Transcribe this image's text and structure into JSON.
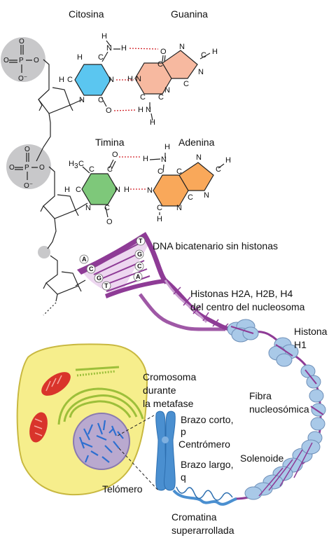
{
  "bases": {
    "cytosine": "Citosina",
    "guanine": "Guanina",
    "thymine": "Timina",
    "adenine": "Adenina"
  },
  "phosphate": {
    "p": "P",
    "o": "O",
    "o_minus": "O⁻"
  },
  "labels": {
    "dna_without_histones": "DNA bicatenario sin histonas",
    "histones_line1": "Histonas H2A, H2B, H4",
    "histones_line2": "del centro del nucleosoma",
    "histone_h1_line1": "Histona",
    "histone_h1_line2": "H1",
    "chromosome_line1": "Cromosoma",
    "chromosome_line2": "durante",
    "chromosome_line3": "la metafase",
    "short_arm_line1": "Brazo corto,",
    "short_arm_line2": "p",
    "centromere": "Centrómero",
    "long_arm_line1": "Brazo largo,",
    "long_arm_line2": "q",
    "telomere": "Telómero",
    "fiber_line1": "Fibra",
    "fiber_line2": "nucleosómica",
    "solenoid": "Solenoide",
    "supercoiled_line1": "Cromatina",
    "supercoiled_line2": "superarrollada"
  },
  "helix_bases": {
    "top_strand": [
      "T",
      "G",
      "C",
      "A"
    ],
    "bottom_strand": [
      "A",
      "C",
      "G",
      "T"
    ]
  },
  "colors": {
    "cytosine_ring": "#5bc6f0",
    "guanine_ring": "#f7b9a0",
    "thymine_ring": "#7ec87a",
    "adenine_ring": "#f9a85a",
    "phosphate_circle": "#c8c8ca",
    "helix": "#8e3b96",
    "nucleosome": "#a9c9e8",
    "cell": "#f6ee8c",
    "nucleus": "#b9a9cf",
    "mitochondria": "#d9342b",
    "chromosome": "#4a8fd0"
  }
}
